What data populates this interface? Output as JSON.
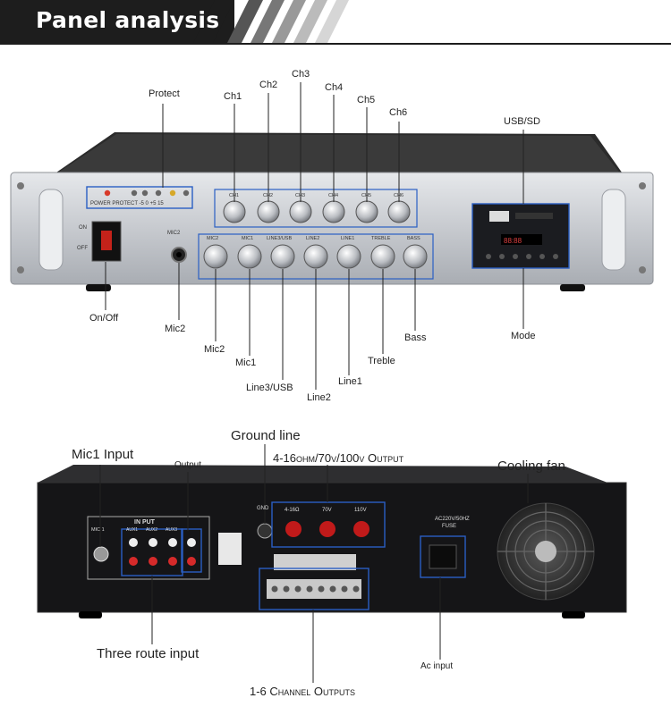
{
  "header": {
    "title": "Panel analysis"
  },
  "front": {
    "protect": "Protect",
    "channels": [
      "Ch1",
      "Ch2",
      "Ch3",
      "Ch4",
      "Ch5",
      "Ch6"
    ],
    "usb_sd": "USB/SD",
    "on_off": "On/Off",
    "mic2_jack": "Mic2",
    "mic2": "Mic2",
    "mic1": "Mic1",
    "line3_usb": "Line3/USB",
    "line2": "Line2",
    "line1": "Line1",
    "treble": "Treble",
    "bass": "Bass",
    "mode": "Mode"
  },
  "back": {
    "ground_line": "Ground line",
    "mic1_input": "Mic1 Input",
    "output": "Output",
    "speaker_output": "4-16ohm/70v/100v Output",
    "cooling_fan": "Cooling fan",
    "three_route_input": "Three route input",
    "ac_input": "Ac input",
    "channel_outputs": "1-6 Channel Outputs"
  },
  "colors": {
    "header_bg": "#1d1d1d",
    "panel_silver": "#c9ccd0",
    "rear_black": "#151517",
    "line_blue": "#2a5fc4"
  }
}
